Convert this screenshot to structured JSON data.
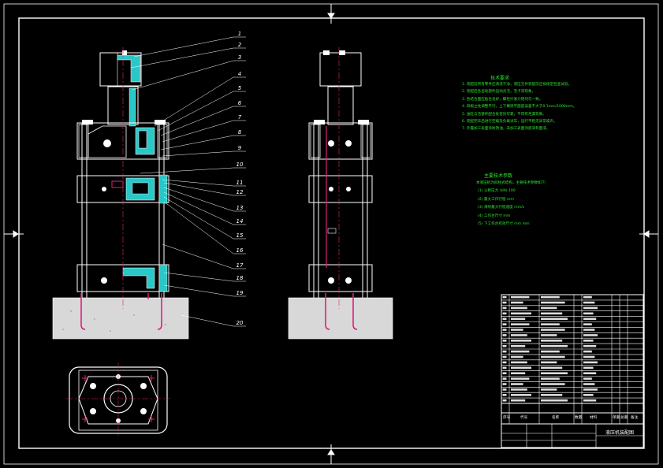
{
  "drawing": {
    "part_numbers": [
      "1",
      "2",
      "3",
      "4",
      "5",
      "6",
      "7",
      "8",
      "9",
      "10",
      "11",
      "12",
      "13",
      "14",
      "15",
      "16",
      "17",
      "18",
      "19",
      "20"
    ],
    "technical_requirements": {
      "title": "技术要求",
      "lines": [
        "1. 装配前所有零件应清洗干净，液压元件装配前应按规定检查试验。",
        "2. 装配后各运动部件运动灵活，无卡滞现象。",
        "3. 各结合面应贴合良好，螺栓拧紧力矩均匀一致。",
        "4. 四根立柱调整平行，上下横梁平面度误差不大于0.1mm/1000mm。",
        "5. 油缸与活塞杆配合处密封可靠，不得有泄漏现象。",
        "6. 装配完毕后进行空载及负载试车，运行平稳无异常噪声。",
        "7. 外露加工表面涂防锈油，非加工表面涂底漆和面漆。"
      ]
    },
    "performance": {
      "title": "主要技术参数",
      "intro": "本液压机为四柱式结构，主要技术参数如下：",
      "items": [
        "(1) 公称压力 (kN)      100",
        "(2) 最大工作行程       mm",
        "(3) 滑块最大行程速度   mm/s",
        "(4) 工作台尺寸         mm",
        "(5) 下工作台有效尺寸   mm      mm"
      ]
    },
    "title_block": {
      "part_list_rows": 20,
      "header_labels": [
        "序号",
        "代号",
        "名称",
        "数量",
        "材料",
        "单重",
        "总重",
        "备注"
      ],
      "drawing_name": "液压机装配图"
    }
  }
}
